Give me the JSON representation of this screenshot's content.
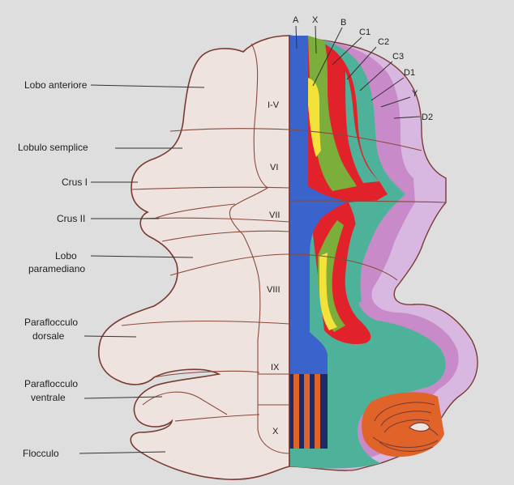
{
  "colors": {
    "background": "#dedede",
    "hemisphere": "#efe3e0",
    "outline": "#7a3b32",
    "zone_A": "#3a64cc",
    "zone_X": "#7bae3a",
    "zone_B": "#f2e23a",
    "zone_C1": "#e2222a",
    "zone_C2": "#4eb29a",
    "zone_C3": "#e2222a",
    "zone_D1": "#c88ac8",
    "zone_D2": "#d8b8e0",
    "flocculus_stripes": "#e0642a"
  },
  "left_labels": [
    "Lobo anteriore",
    "Lobulo semplice",
    "Crus I",
    "Crus II",
    "Lobo",
    "paramediano",
    "Paraflocculo",
    "dorsale",
    "Paraflocculo",
    "ventrale",
    "Flocculo"
  ],
  "lobules": [
    "I-V",
    "VI",
    "VII",
    "VIII",
    "IX",
    "X"
  ],
  "zones": [
    "A",
    "X",
    "B",
    "C1",
    "C2",
    "C3",
    "D1",
    "Y",
    "D2"
  ]
}
